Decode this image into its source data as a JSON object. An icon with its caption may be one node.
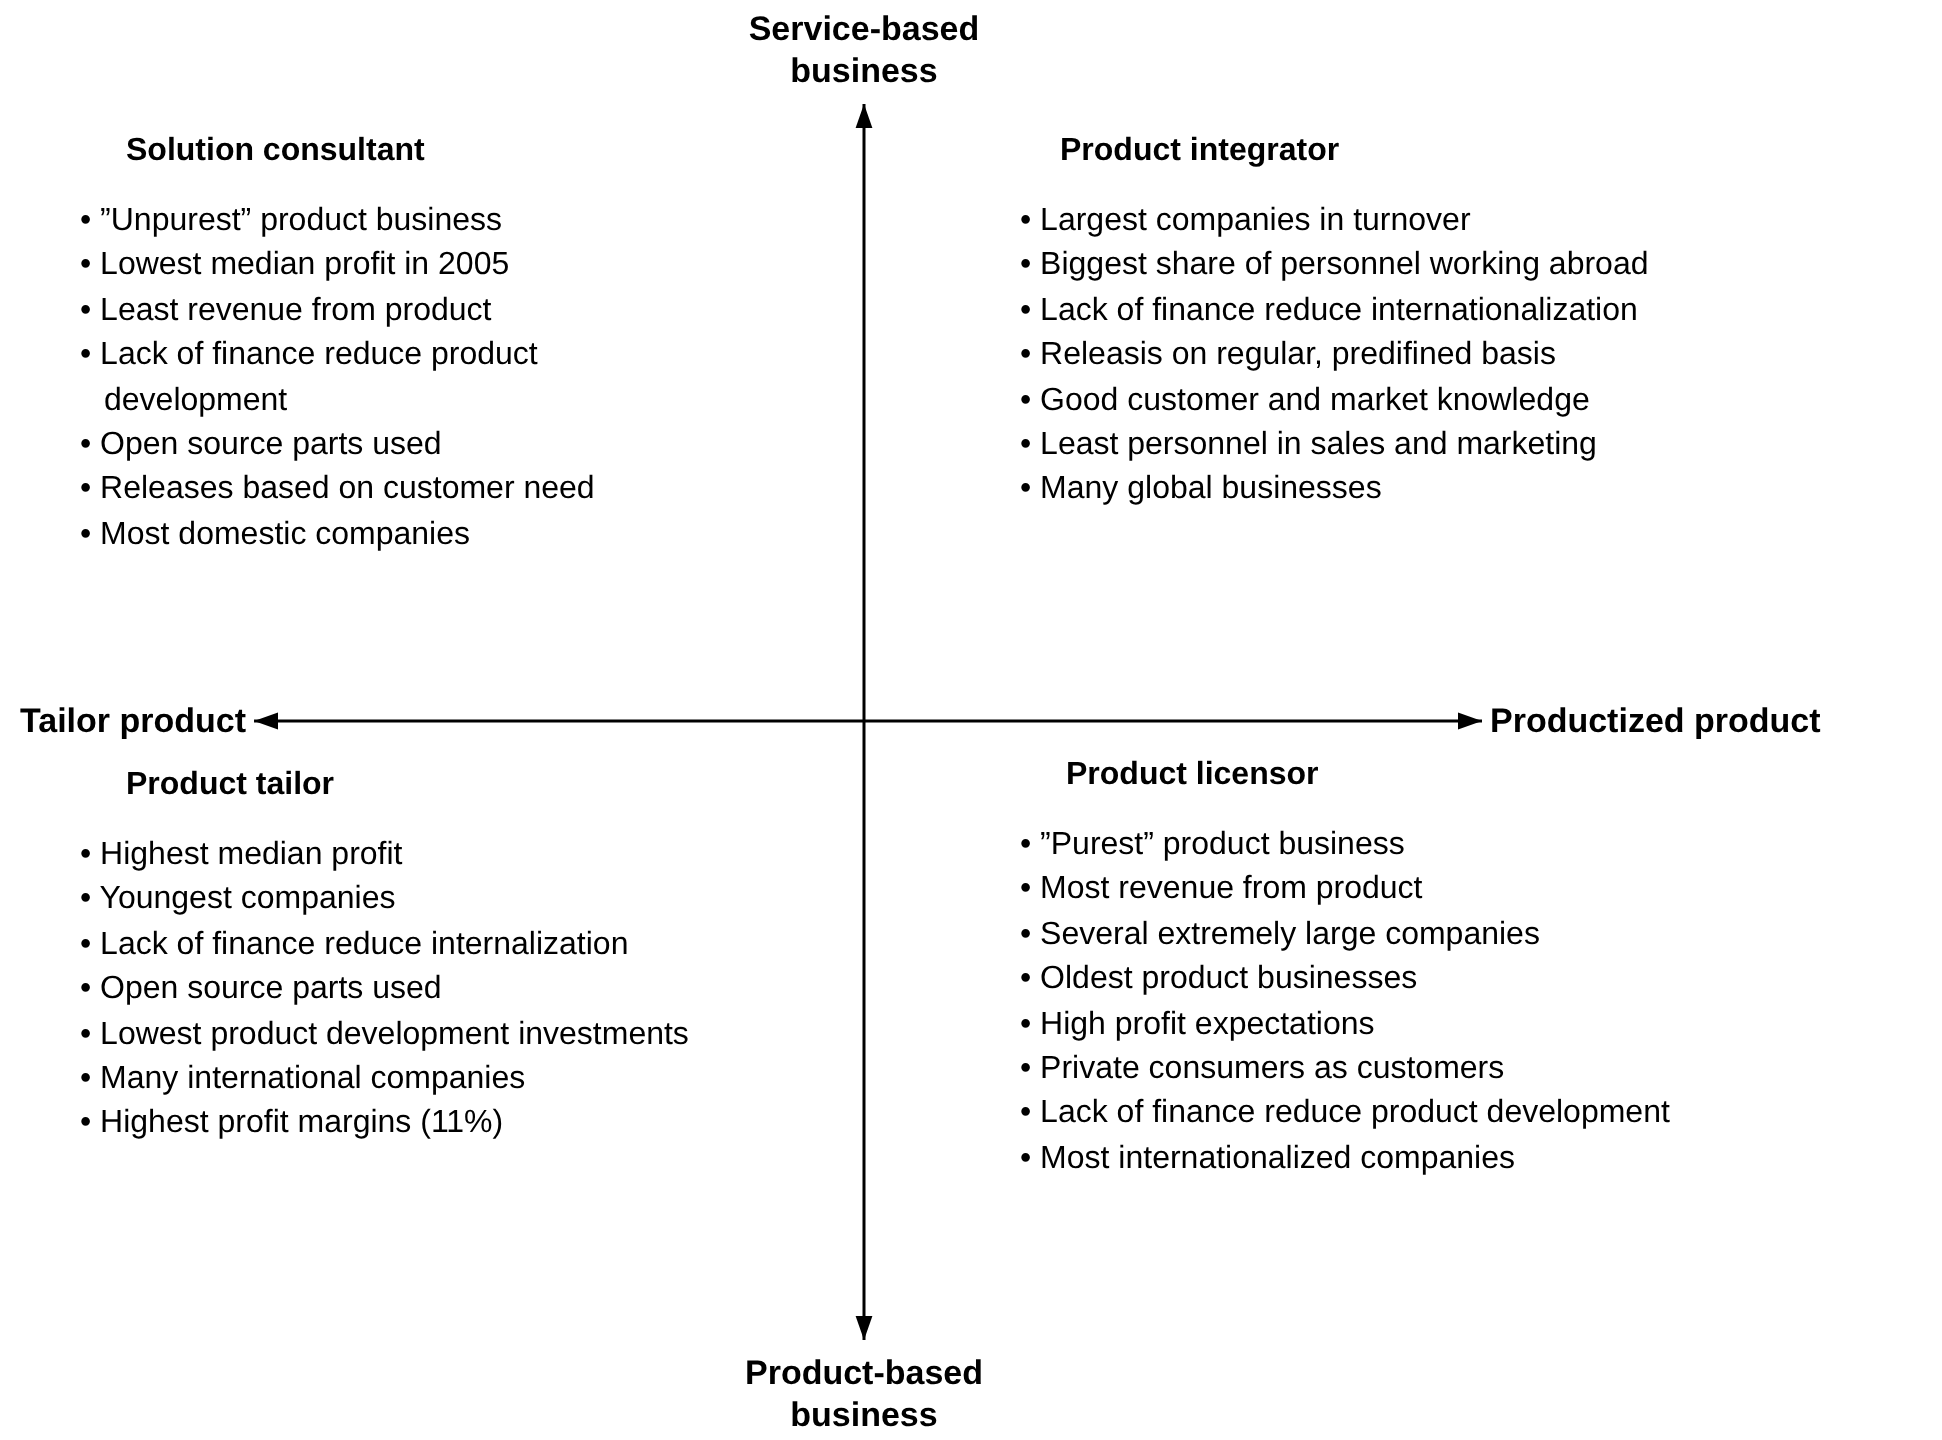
{
  "diagram": {
    "nodes": [
      {
        "text": [
          "Service-based business"
        ]
      },
      {
        "text": [
          "Solution consultant",
          "• ”Unpurest” product business",
          "• Lowest median profit in 2005",
          "• Least revenue from product",
          "• Lack of finance reduce product development",
          "• Open source parts used",
          "• Releases based on customer need",
          "• Most domestic companies"
        ]
      },
      {
        "text": [
          "Product integrator",
          "• Largest companies in turnover",
          "• Biggest share of personnel working abroad",
          "• Lack of finance reduce internationalization",
          "• Releasis on regular, predifined basis",
          "• Good customer and market knowledge",
          "• Least personnel in sales and marketing",
          "• Many global businesses"
        ]
      },
      {
        "text": [
          "Tailor product"
        ]
      },
      {
        "text": [
          "Productized product"
        ]
      },
      {
        "text": [
          "Product tailor",
          "• Highest median profit",
          "• Youngest companies",
          "• Lack of finance reduce internalization",
          "• Open source parts used",
          "• Lowest product development investments",
          "• Many international companies",
          "• Highest profit margins (11%)"
        ]
      },
      {
        "text": [
          "Product licensor",
          "• ”Purest” product business",
          "• Most revenue from product",
          "• Several extremely large companies",
          "• Oldest product businesses",
          "• High profit expectations",
          "• Private consumers as customers",
          "• Lack of finance reduce product development",
          "• Most internationalized companies"
        ]
      },
      {
        "text": [
          "Product-based business"
        ]
      }
    ],
    "edges": [
      {
        "from": 0,
        "to": 7,
        "arrow": "both"
      },
      {
        "from": 3,
        "to": 4,
        "arrow": "both"
      }
    ]
  }
}
